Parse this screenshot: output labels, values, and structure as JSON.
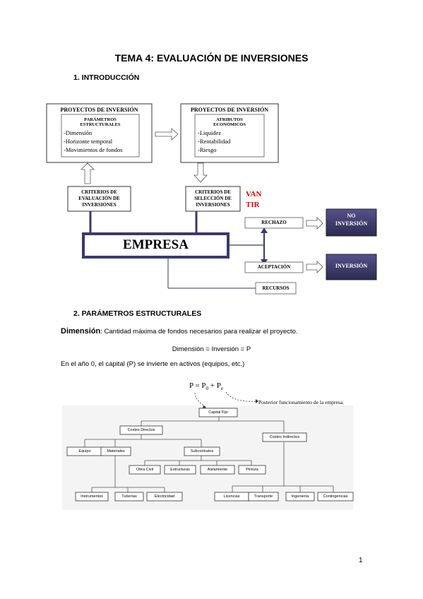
{
  "title": "TEMA 4: EVALUACIÓN DE INVERSIONES",
  "sections": {
    "s1": "1.   INTRODUCCIÓN",
    "s2": "2.   PARÁMETROS ESTRUCTURALES"
  },
  "diagram1": {
    "box_left_title": "PROYECTOS DE INVERSIÓN",
    "box_left_sub1": "PARÁMETROS",
    "box_left_sub2": "ESTRUCTURALES",
    "box_left_items": [
      "-Dimensión",
      "-Horizonte temporal",
      "-Movimientos de fondos"
    ],
    "box_right_title": "PROYECTOS DE INVERSIÓN",
    "box_right_sub1": "ATRIBUTOS",
    "box_right_sub2": "ECONÓMICOS",
    "box_right_items": [
      "-Liquidez",
      "-Rentabilidad",
      "-Riesgo"
    ],
    "crit_eval_1": "CRITERIOS DE",
    "crit_eval_2": "EVALUACIÓN DE",
    "crit_eval_3": "INVERSIONES",
    "crit_sel_1": "CRITERIOS DE",
    "crit_sel_2": "SELECCIÓN DE",
    "crit_sel_3": "INVERSIONES",
    "van": "VAN",
    "tir": "TIR",
    "empresa": "EMPRESA",
    "rechazo": "RECHAZO",
    "aceptacion": "ACEPTACIÓN",
    "recursos": "RECURSOS",
    "no_inversion_1": "NO",
    "no_inversion_2": "INVERSIÓN",
    "inversion": "INVERSIÓN",
    "colors": {
      "dark_box": "#3d3a6b",
      "red": "#e00000",
      "frame": "#3a3a6a"
    }
  },
  "text": {
    "dimension_label": "Dimensión",
    "dimension_def": ": Cantidad máxima de fondos necesarios para realizar el proyecto.",
    "formula": "Dimensión = Inversión = P",
    "year0": "En el año 0, el capital (P) se invierte en activos (equipos, etc.)"
  },
  "diagram2": {
    "formula_P": "P = P",
    "formula_sub0": "0",
    "formula_plus": " + P",
    "formula_sube": "e",
    "posterior": "Posterior funcionamiento de la empresa.",
    "capital_fijo": "Capital Fijo",
    "costes_directos": "Costes Directos",
    "costes_indirectos": "Costes Indirectos",
    "equipo": "Equipo",
    "materiales": "Materiales",
    "subcontratos": "Subcontratos",
    "obra_civil": "Obra Civil",
    "estructuras": "Estructuras",
    "aislamiento": "Aislamiento",
    "pintura": "Pintura",
    "instrumentos": "Instrumentos",
    "tuberias": "Tuberías",
    "electricidad": "Electricidad",
    "licencias": "Licencias",
    "transporte": "Transporte",
    "ingenieria": "Ingeniería",
    "contingencias": "Contingencias"
  },
  "page_number": "1"
}
